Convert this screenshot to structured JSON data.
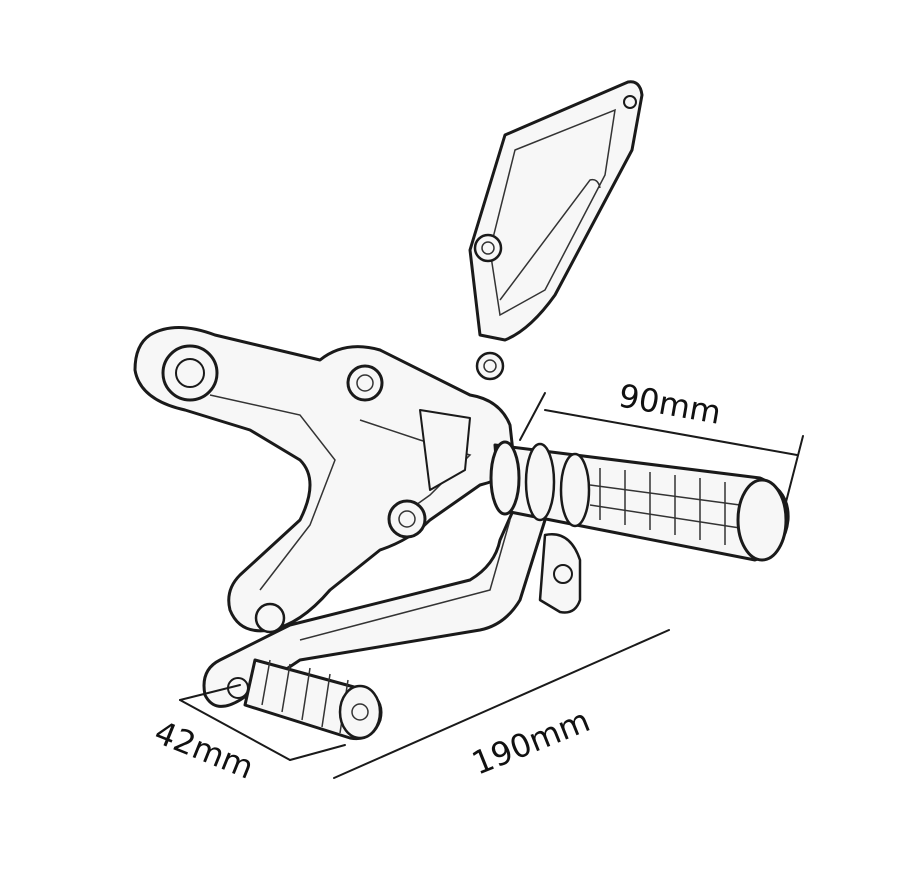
{
  "dimensions": {
    "peg_length": "90mm",
    "overall_length": "190mm",
    "lever_peg_length": "42mm"
  }
}
